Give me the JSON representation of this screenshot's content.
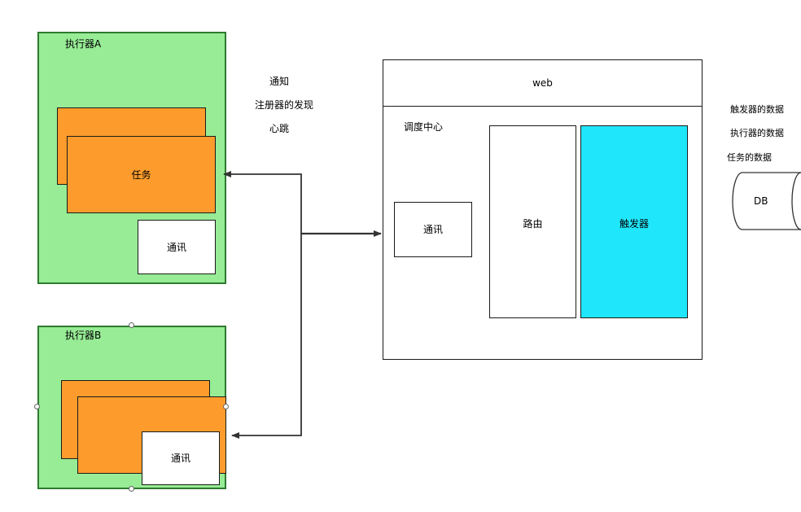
{
  "colors": {
    "executor_fill": "#97ec95",
    "task_fill": "#fd9c2c",
    "trigger_fill": "#20e6fb",
    "line": "#333333"
  },
  "executor_a": {
    "title": "执行器A",
    "task_label": "任务",
    "comm_label": "通讯"
  },
  "executor_b": {
    "title": "执行器B",
    "comm_label": "通讯"
  },
  "notes": {
    "line1": "通知",
    "line2": "注册器的发现",
    "line3": "心跳"
  },
  "scheduler": {
    "web_label": "web",
    "center_label": "调度中心",
    "comm_label": "通讯",
    "route_label": "路由",
    "trigger_label": "触发器"
  },
  "db": {
    "items": [
      "触发器的数据",
      "执行器的数据",
      "任务的数据"
    ],
    "label": "DB"
  }
}
